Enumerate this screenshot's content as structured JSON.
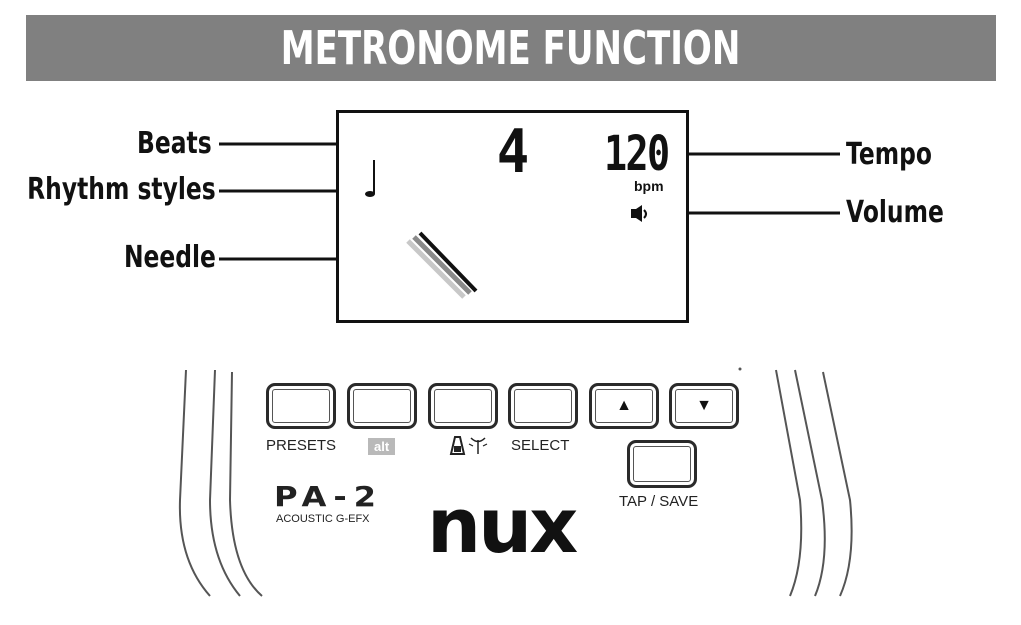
{
  "title": "METRONOME FUNCTION",
  "callouts": {
    "beats": "Beats",
    "rhythm_styles": "Rhythm styles",
    "needle": "Needle",
    "tempo": "Tempo",
    "volume": "Volume"
  },
  "display": {
    "beats_value": "4",
    "tempo_value": "120",
    "tempo_unit": "bpm"
  },
  "panel": {
    "buttons": [
      "PRESETS",
      "alt",
      "",
      "SELECT",
      "▲",
      "▼"
    ],
    "tap_save": "TAP / SAVE",
    "model": "PA-2",
    "model_sub": "ACOUSTIC G-EFX",
    "brand": "nux"
  },
  "icons": {
    "rhythm": "quarter-note-icon",
    "volume": "speaker-icon",
    "metronome": "metronome-tuner-icon"
  }
}
